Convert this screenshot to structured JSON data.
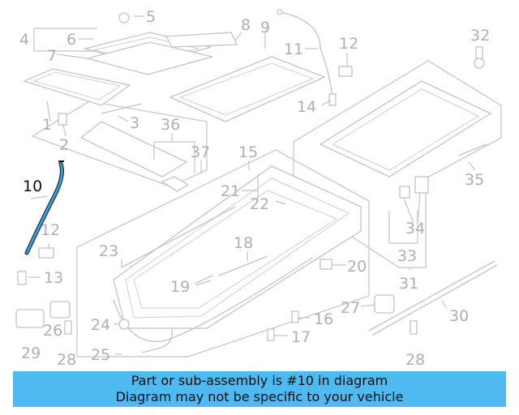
{
  "diagram": {
    "highlight_color": "#3a9be0",
    "callouts": [
      "10",
      "1",
      "2",
      "3",
      "4",
      "5",
      "6",
      "7",
      "8",
      "9",
      "11",
      "12",
      "12",
      "13",
      "14",
      "15",
      "16",
      "17",
      "18",
      "19",
      "20",
      "21",
      "22",
      "23",
      "24",
      "25",
      "26",
      "27",
      "28",
      "28",
      "29",
      "30",
      "31",
      "32",
      "33",
      "34",
      "35",
      "36",
      "37"
    ]
  },
  "banner": {
    "line1": "Part or sub-assembly is #10 in diagram",
    "line2": "Diagram may not be specific to your vehicle",
    "background": "#4fb9f1"
  }
}
